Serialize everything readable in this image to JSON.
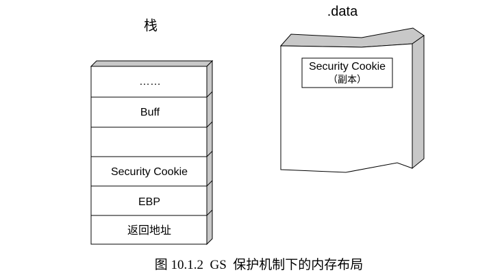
{
  "stack": {
    "title": "栈",
    "cells": [
      {
        "label": "……"
      },
      {
        "label": "Buff"
      },
      {
        "label": ""
      },
      {
        "label": "Security Cookie"
      },
      {
        "label": "EBP"
      },
      {
        "label": "返回地址"
      }
    ]
  },
  "data_section": {
    "title": ".data",
    "cookie_box": {
      "line1": "Security Cookie",
      "line2": "（副本）"
    }
  },
  "caption": "图 10.1.2  GS  保护机制下的内存布局",
  "colors": {
    "side_face": "#c8c8c8",
    "front_face": "#ffffff",
    "stroke": "#000000"
  }
}
